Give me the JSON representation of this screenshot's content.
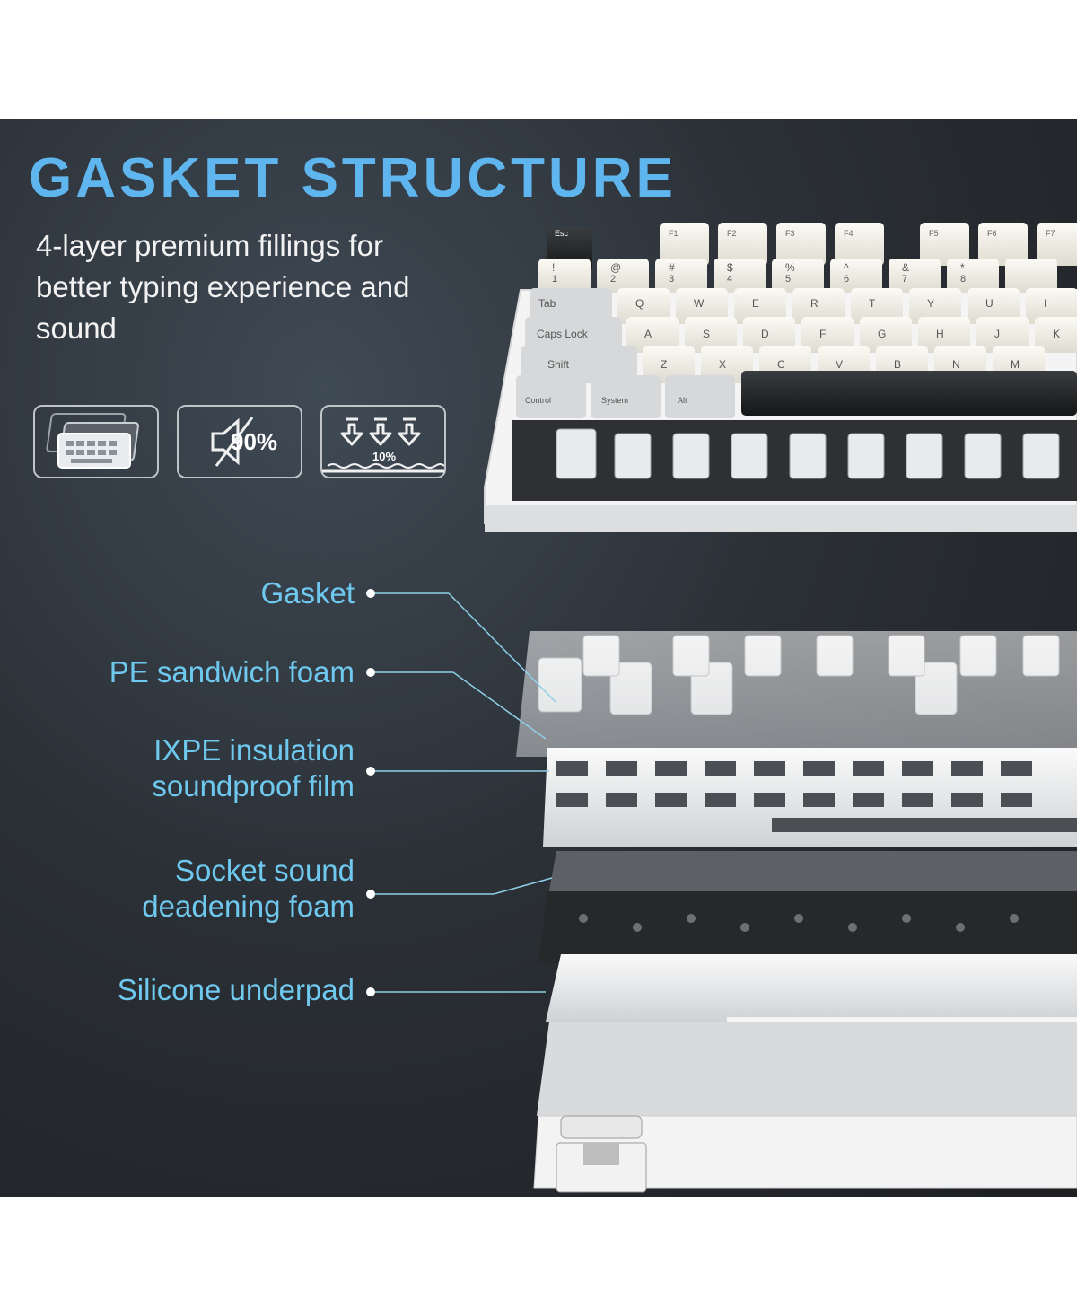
{
  "title": "GASKET STRUCTURE",
  "subtitle": "4-layer premium fillings for better typing experience and sound",
  "features": [
    {
      "icon": "layered-plates-icon"
    },
    {
      "icon": "muted-speaker-icon",
      "text": "90%"
    },
    {
      "icon": "down-arrows-foam-icon",
      "text": "10%"
    }
  ],
  "callouts": [
    {
      "line1": "Gasket",
      "line2": ""
    },
    {
      "line1": "PE sandwich foam",
      "line2": ""
    },
    {
      "line1": "IXPE insulation",
      "line2": "soundproof film"
    },
    {
      "line1": "Socket sound",
      "line2": "deadening foam"
    },
    {
      "line1": "Silicone underpad",
      "line2": ""
    }
  ],
  "keycaps": {
    "row_f": [
      "Esc",
      "F1",
      "F2",
      "F3",
      "F4",
      "F5",
      "F6",
      "F7"
    ],
    "row_num": [
      "!",
      "@",
      "#",
      "$",
      "%",
      "^",
      "&",
      "*"
    ],
    "row_num_low": [
      "1",
      "2",
      "3",
      "4",
      "5",
      "6",
      "7",
      "8"
    ],
    "row_q": [
      "Tab",
      "Q",
      "W",
      "E",
      "R",
      "T",
      "Y",
      "U",
      "I"
    ],
    "row_a": [
      "Caps Lock",
      "A",
      "S",
      "D",
      "F",
      "G",
      "H",
      "J",
      "K"
    ],
    "row_z": [
      "Shift",
      "Z",
      "X",
      "C",
      "V",
      "B",
      "N",
      "M"
    ],
    "row_bottom": [
      "Control",
      "System",
      "Alt"
    ]
  },
  "colors": {
    "accent": "#5fb6ef",
    "callout": "#6fc8ee",
    "background": "#24282c"
  }
}
